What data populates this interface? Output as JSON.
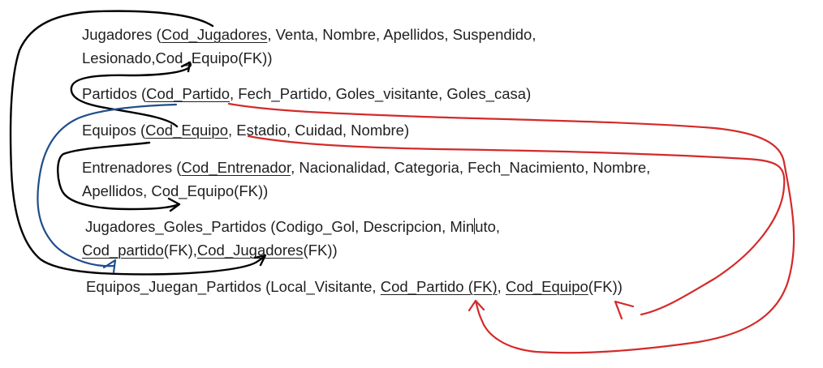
{
  "schema": {
    "jugadores": {
      "name": "Jugadores (",
      "pk": "Cod_Jugadores",
      "rest1": ", Venta, Nombre, Apellidos, Suspendido,",
      "line2": "Lesionado,Cod_Equipo(FK))"
    },
    "partidos": {
      "name": "Partidos (",
      "pk": "Cod_Partido",
      "rest": ", Fech_Partido, Goles_visitante, Goles_casa)"
    },
    "equipos": {
      "name": "Equipos (",
      "pk": "Cod_Equipo",
      "rest": ", Estadio, Cuidad, Nombre)"
    },
    "entrenadores": {
      "name": "Entrenadores (",
      "pk": "Cod_Entrenador",
      "rest1": ", Nacionalidad, Categoria, Fech_Nacimiento, Nombre,",
      "line2": "Apellidos, Cod_Equipo(FK))"
    },
    "jugadores_goles": {
      "line1a": "Jugadores_Goles_Partidos (Codigo_Gol, Descripcion, Min",
      "line1b": "uto,",
      "fk1": "Cod_partido",
      "fk1_suffix": "(FK),",
      "fk2": "Cod_Jugadores",
      "fk2_suffix": "(FK))"
    },
    "equipos_juegan": {
      "prefix": "Equipos_Juegan_Partidos (Local_Visitante, ",
      "fk1": "Cod_Partido (FK)",
      "sep": ", ",
      "fk2": "Cod_Equipo",
      "fk2_suffix": "(FK))"
    }
  },
  "colors": {
    "text": "#1f1f1f",
    "arrow_black": "#000000",
    "arrow_blue": "#1f4e8c",
    "arrow_red": "#d42a2a"
  }
}
